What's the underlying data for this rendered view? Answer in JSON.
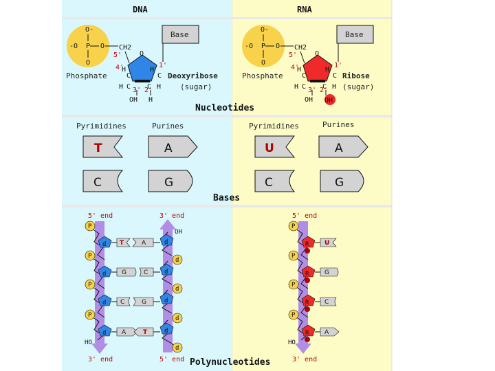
{
  "headers": {
    "dna": "DNA",
    "rna": "RNA"
  },
  "nucleotides": {
    "title": "Nucleotides",
    "phosphate_label": "Phosphate",
    "p": "P",
    "o": "O",
    "o_minus": "O-",
    "ch2": "CH2",
    "base": "Base",
    "h": "H",
    "c": "C",
    "oh": "OH",
    "primes": {
      "p5": "5'",
      "p4": "4'",
      "p3": "3'",
      "p2": "2'",
      "p1": "1'"
    },
    "dna_sugar": "Deoxyribose",
    "rna_sugar": "Ribose",
    "sugar_note": "(sugar)"
  },
  "bases": {
    "title": "Bases",
    "pyrimidines": "Pyrimidines",
    "purines": "Purines",
    "dna": {
      "pyr1": "T",
      "pur1": "A",
      "pyr2": "C",
      "pur2": "G"
    },
    "rna": {
      "pyr1": "U",
      "pur1": "A",
      "pyr2": "C",
      "pur2": "G"
    }
  },
  "polynucleotides": {
    "title": "Polynucleotides",
    "five_end": "5' end",
    "three_end": "3' end",
    "p": "P",
    "d": "d",
    "r": "R",
    "oh": "OH",
    "ho": "HO",
    "dna_pairs": [
      {
        "left": "T",
        "right": "A"
      },
      {
        "left": "G",
        "right": "C"
      },
      {
        "left": "C",
        "right": "G"
      },
      {
        "left": "A",
        "right": "T"
      }
    ],
    "rna_bases": [
      "U",
      "G",
      "C",
      "A"
    ]
  },
  "colors": {
    "dna_bg": "#d9f7fc",
    "rna_bg": "#fdfcc7",
    "phosphate": "#f8d24a",
    "deoxyribose": "#2f86e6",
    "ribose": "#ee2a2a",
    "backbone": "#b18ee6",
    "base_gray": "#d3d3d3"
  }
}
